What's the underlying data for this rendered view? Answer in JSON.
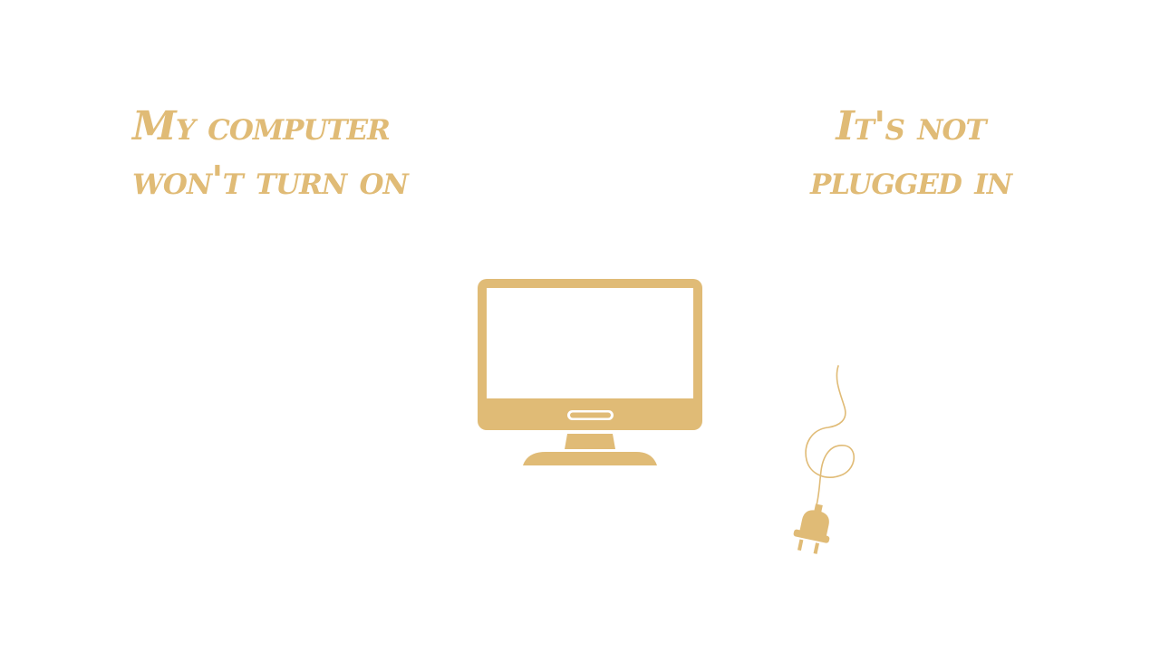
{
  "left_caption": {
    "line1": "My computer",
    "line2": "won't turn on"
  },
  "right_caption": {
    "line1": "It's not",
    "line2": "plugged in"
  },
  "icons": {
    "monitor": "monitor-icon",
    "plug": "power-plug-icon"
  },
  "colors": {
    "accent": "#e0bb76",
    "background": "#ffffff"
  }
}
